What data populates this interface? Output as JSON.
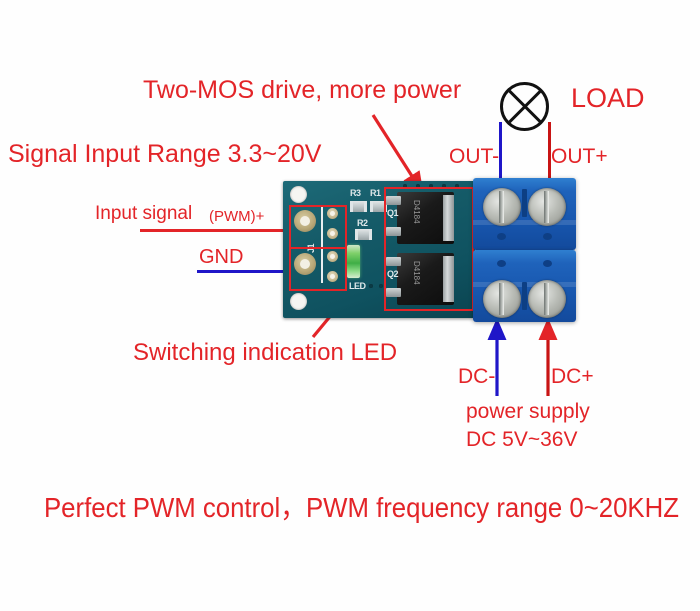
{
  "annotations": {
    "two_mos": "Two-MOS drive, more power",
    "signal_input_range": "Signal Input Range  3.3~20V",
    "load": "LOAD",
    "out_minus": "OUT-",
    "out_plus": "OUT+",
    "input_signal": "Input signal",
    "input_signal_pwm": "(PWM)+",
    "gnd": "GND",
    "switching_led": "Switching indication LED",
    "dc_minus": "DC-",
    "dc_plus": "DC+",
    "power_supply": "power supply",
    "dc_range": "DC 5V~36V",
    "bottom_caption": "Perfect PWM control，PWM frequency range 0~20KHZ"
  },
  "board": {
    "silkscreen": {
      "r3": "R3",
      "r1": "R1",
      "r2": "R2",
      "j1": "J1",
      "q1": "Q1",
      "q2": "Q2",
      "led": "LED"
    },
    "mosfets": [
      {
        "marking": "D4184"
      },
      {
        "marking": "D4184"
      }
    ]
  },
  "colors": {
    "annotation_red": "#e32428",
    "annotation_blue": "#1f16c8",
    "wire_red": "#c81414",
    "pcb_teal": "#155b68",
    "terminal_blue": "#1f63bb",
    "led_green": "#3fae46",
    "lamp_outline": "#111111"
  },
  "icons": {
    "lamp": "lamp-cross-circle-icon"
  }
}
